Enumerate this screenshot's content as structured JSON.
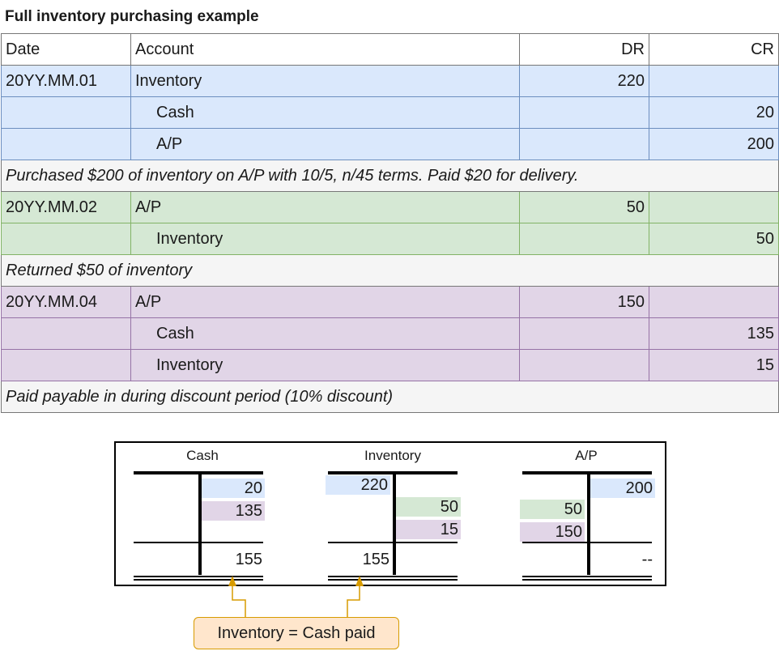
{
  "title": "Full inventory purchasing example",
  "journal": {
    "headers": [
      "Date",
      "Account",
      "DR",
      "CR"
    ],
    "entries": [
      {
        "date": "20YY.MM.01",
        "lines": [
          {
            "account": "Inventory",
            "dr": "220",
            "cr": ""
          },
          {
            "account": "Cash",
            "dr": "",
            "cr": "20"
          },
          {
            "account": "A/P",
            "dr": "",
            "cr": "200"
          }
        ],
        "note": "Purchased $200 of inventory on A/P with 10/5, n/45 terms.  Paid $20 for delivery."
      },
      {
        "date": "20YY.MM.02",
        "lines": [
          {
            "account": "A/P",
            "dr": "50",
            "cr": ""
          },
          {
            "account": "Inventory",
            "dr": "",
            "cr": "50"
          }
        ],
        "note": "Returned $50 of inventory"
      },
      {
        "date": "20YY.MM.04",
        "lines": [
          {
            "account": "A/P",
            "dr": "150",
            "cr": ""
          },
          {
            "account": "Cash",
            "dr": "",
            "cr": "135"
          },
          {
            "account": "Inventory",
            "dr": "",
            "cr": "15"
          }
        ],
        "note": "Paid payable in during discount period (10% discount)"
      }
    ]
  },
  "t_accounts": {
    "cash": {
      "name": "Cash",
      "credits": [
        "20",
        "135"
      ],
      "balance_credit": "155"
    },
    "inventory": {
      "name": "Inventory",
      "debit": "220",
      "credits": [
        "50",
        "15"
      ],
      "balance_debit": "155"
    },
    "ap": {
      "name": "A/P",
      "debits": [
        "50",
        "150"
      ],
      "credit": "200",
      "balance_credit": "--"
    }
  },
  "callout": "Inventory = Cash paid",
  "colors": {
    "blue": "#dae8fc",
    "green": "#d5e8d4",
    "purple": "#e1d5e7",
    "callout_fill": "#ffe6cc",
    "callout_stroke": "#d79b00"
  }
}
